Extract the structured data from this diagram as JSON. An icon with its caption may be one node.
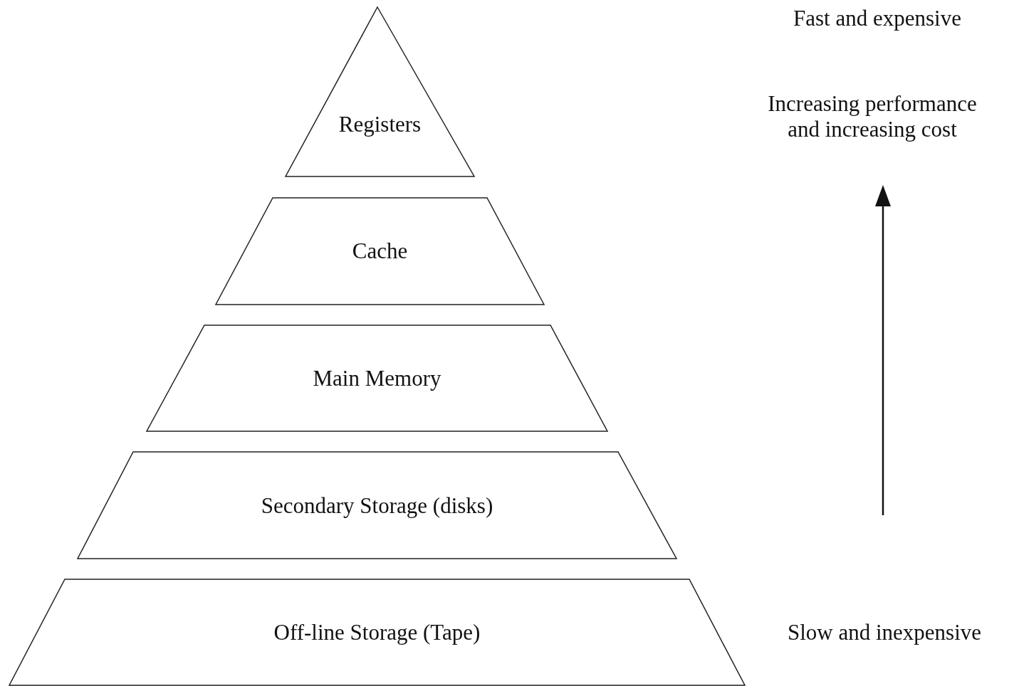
{
  "diagram": {
    "nodes": [
      {
        "text": [
          "Registers"
        ]
      },
      {
        "text": [
          "Cache"
        ]
      },
      {
        "text": [
          "Main Memory"
        ]
      },
      {
        "text": [
          "Secondary Storage (disks)"
        ]
      },
      {
        "text": [
          "Off-line Storage (Tape)"
        ]
      }
    ],
    "labels": [
      "Fast and expensive",
      "Increasing performance and increasing cost",
      "Slow and inexpensive"
    ]
  }
}
